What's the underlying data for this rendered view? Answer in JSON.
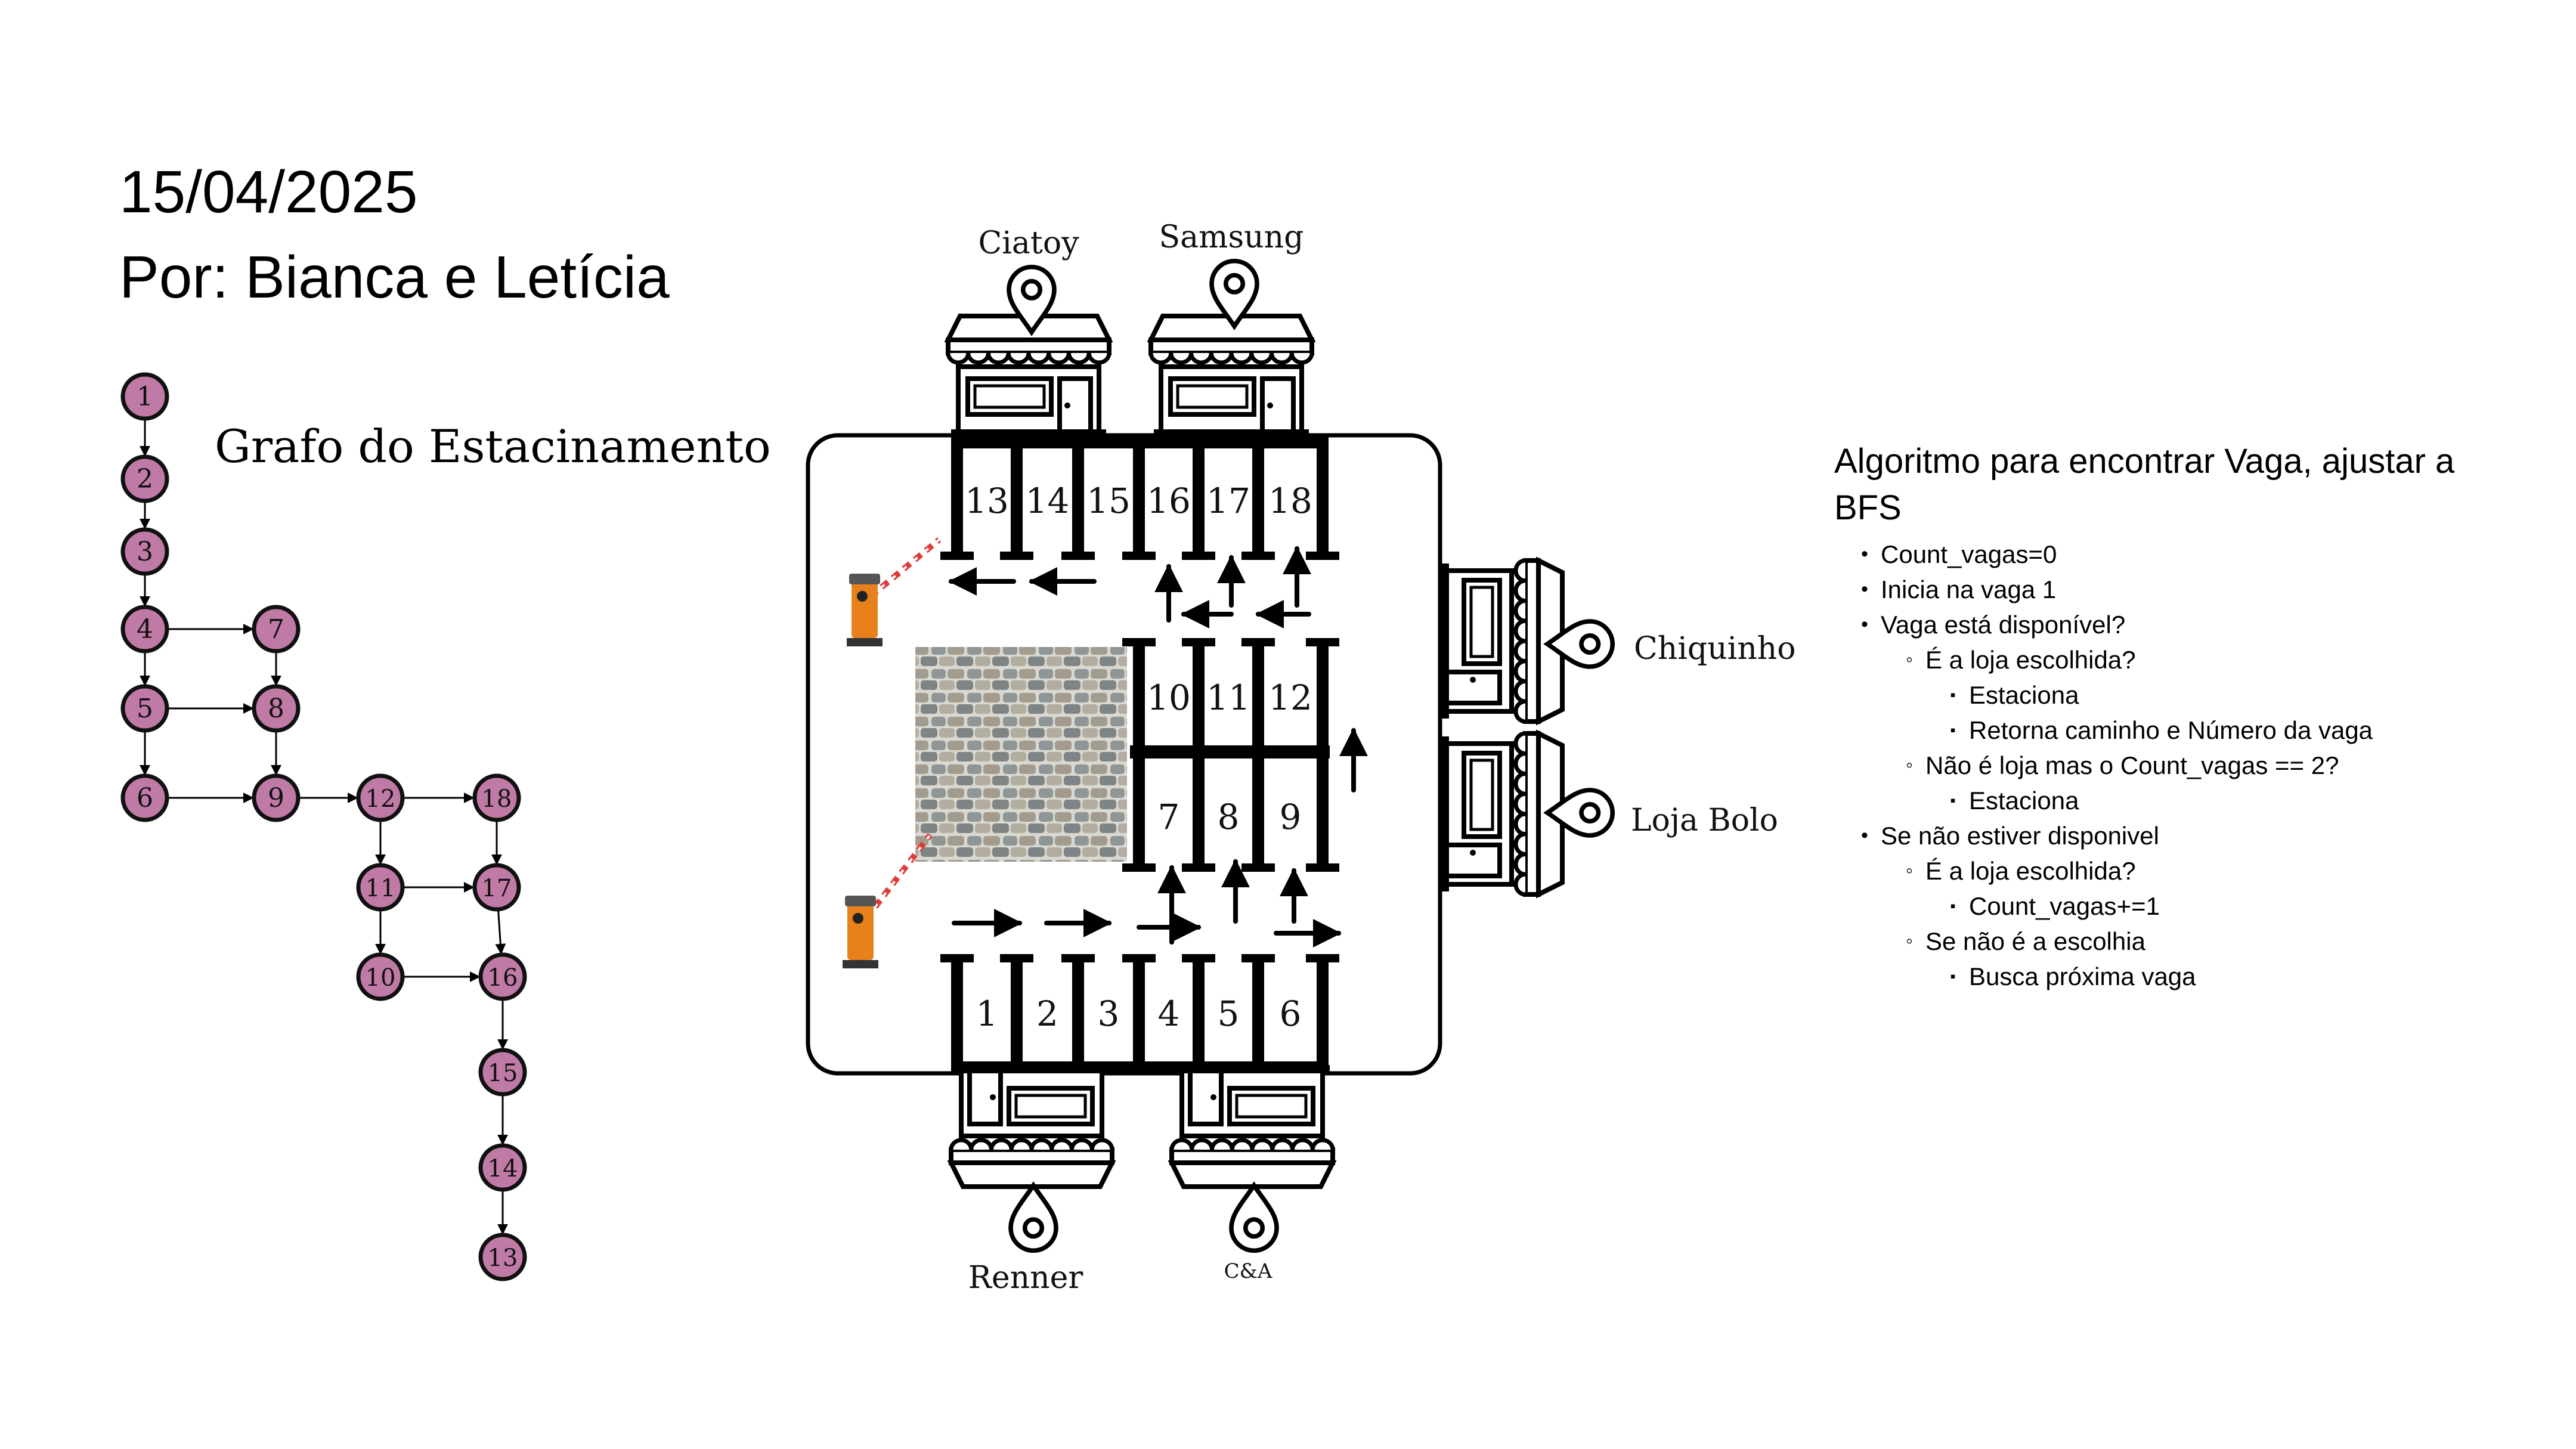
{
  "header": {
    "date": "15/04/2025",
    "authors": "Por: Bianca e Letícia"
  },
  "graph": {
    "title": "Grafo do Estacinamento",
    "node_fill": "#c07aa6",
    "nodes": [
      "1",
      "2",
      "3",
      "4",
      "5",
      "6",
      "7",
      "8",
      "9",
      "12",
      "18",
      "11",
      "17",
      "10",
      "16",
      "15",
      "14",
      "13"
    ],
    "edges": [
      [
        "1",
        "2"
      ],
      [
        "2",
        "3"
      ],
      [
        "3",
        "4"
      ],
      [
        "4",
        "5"
      ],
      [
        "5",
        "6"
      ],
      [
        "4",
        "7"
      ],
      [
        "5",
        "8"
      ],
      [
        "6",
        "9"
      ],
      [
        "7",
        "8"
      ],
      [
        "8",
        "9"
      ],
      [
        "9",
        "12"
      ],
      [
        "12",
        "18"
      ],
      [
        "12",
        "11"
      ],
      [
        "11",
        "17"
      ],
      [
        "11",
        "10"
      ],
      [
        "18",
        "17"
      ],
      [
        "17",
        "16"
      ],
      [
        "10",
        "16"
      ],
      [
        "16",
        "15"
      ],
      [
        "15",
        "14"
      ],
      [
        "14",
        "13"
      ]
    ]
  },
  "parking": {
    "stores_top": [
      "Ciatoy",
      "Samsung"
    ],
    "stores_right": [
      "Chiquinho",
      "Loja Bolo"
    ],
    "stores_bottom": [
      "Renner",
      "C&A"
    ],
    "spots_top": [
      "13",
      "14",
      "15",
      "16",
      "17",
      "18"
    ],
    "spots_middle_top": [
      "10",
      "11",
      "12"
    ],
    "spots_middle_bottom": [
      "7",
      "8",
      "9"
    ],
    "spots_bottom": [
      "1",
      "2",
      "3",
      "4",
      "5",
      "6"
    ],
    "barrier_stripe_color": "#e03a3a",
    "barrier_post_color": "#e8801c"
  },
  "algorithm": {
    "title": "Algoritmo para encontrar Vaga, ajustar a BFS",
    "steps": [
      {
        "level": 1,
        "text": "Count_vagas=0"
      },
      {
        "level": 1,
        "text": "Inicia na vaga 1"
      },
      {
        "level": 1,
        "text": "Vaga está disponível?"
      },
      {
        "level": 2,
        "text": "É a loja escolhida?"
      },
      {
        "level": 3,
        "text": "Estaciona"
      },
      {
        "level": 3,
        "text": "Retorna caminho e Número da vaga"
      },
      {
        "level": 2,
        "text": "Não é loja mas o Count_vagas == 2?"
      },
      {
        "level": 3,
        "text": "Estaciona"
      },
      {
        "level": 1,
        "text": "Se não estiver disponivel"
      },
      {
        "level": 2,
        "text": "É a loja escolhida?"
      },
      {
        "level": 3,
        "text": "Count_vagas+=1"
      },
      {
        "level": 2,
        "text": "Se não é a escolhia"
      },
      {
        "level": 3,
        "text": "Busca próxima vaga"
      }
    ]
  }
}
